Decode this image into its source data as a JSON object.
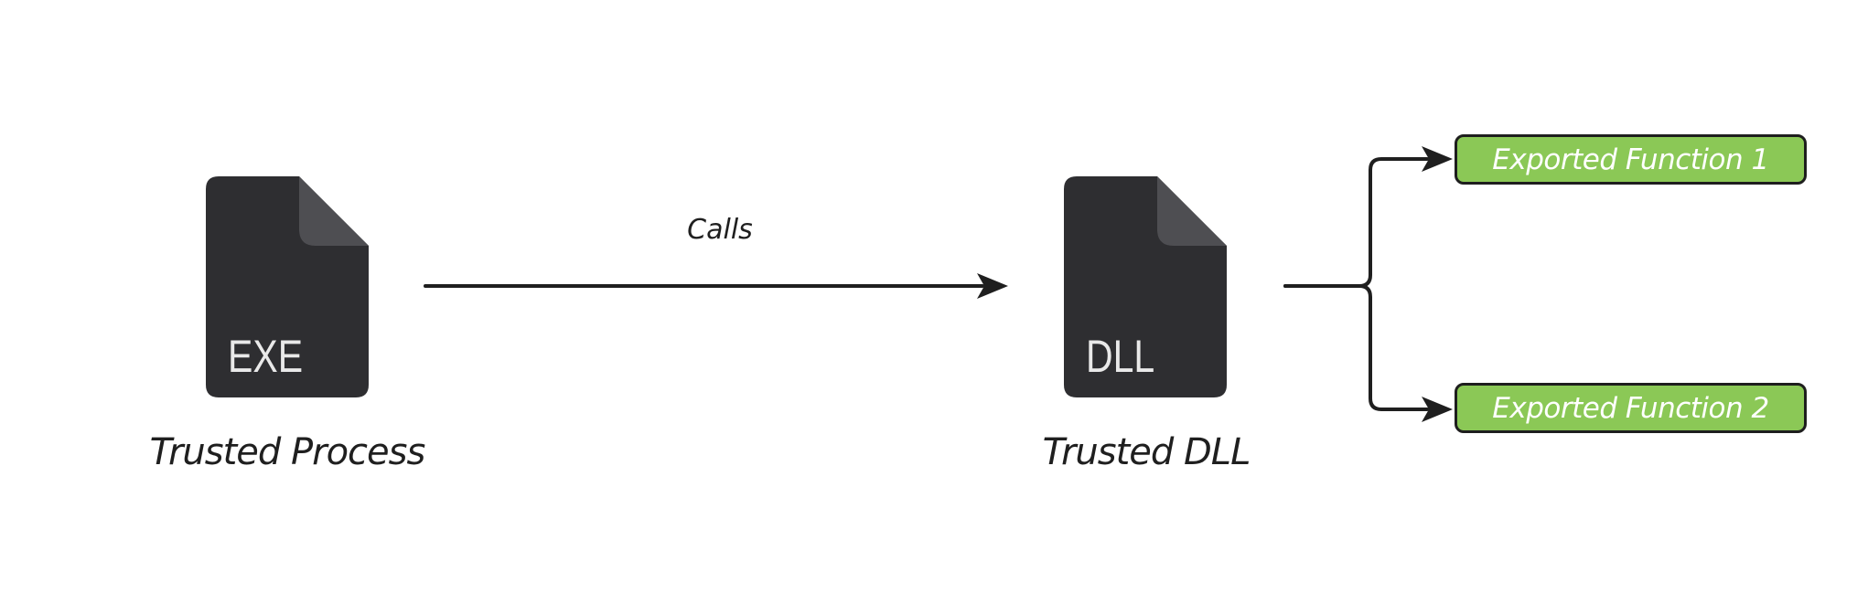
{
  "diagram": {
    "nodes": {
      "exe": {
        "file_label": "EXE",
        "caption": "Trusted Process"
      },
      "dll": {
        "file_label": "DLL",
        "caption": "Trusted DLL"
      }
    },
    "edges": {
      "calls_label": "Calls"
    },
    "functions": [
      {
        "label": "Exported Function 1"
      },
      {
        "label": "Exported Function 2"
      }
    ],
    "colors": {
      "ink": "#1f1f1f",
      "file_body": "#2e2e31",
      "file_fold": "#4e4e52",
      "file_text": "#e9e9e9",
      "function_fill": "#8bc856",
      "function_border": "#1e1e1e",
      "function_text": "#ffffff",
      "background": "#ffffff"
    }
  }
}
